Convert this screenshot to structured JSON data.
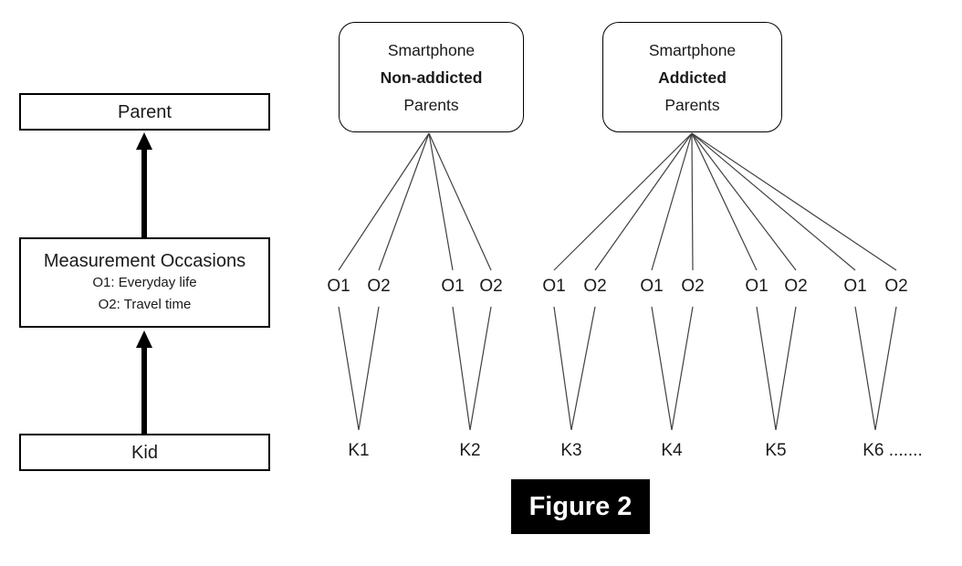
{
  "figure": {
    "caption": "Figure 2"
  },
  "left_panel": {
    "parent_box": {
      "label": "Parent"
    },
    "measurement_box": {
      "title": "Measurement Occasions",
      "occasion1": "O1: Everyday life",
      "occasion2": "O2: Travel time"
    },
    "kid_box": {
      "label": "Kid"
    }
  },
  "right_panel": {
    "non_addicted_box": {
      "line1": "Smartphone",
      "line2": "Non-addicted",
      "line3": "Parents"
    },
    "addicted_box": {
      "line1": "Smartphone",
      "line2": "Addicted",
      "line3": "Parents"
    },
    "groups": [
      {
        "o1": "O1",
        "o2": "O2",
        "kid": "K1"
      },
      {
        "o1": "O1",
        "o2": "O2",
        "kid": "K2"
      },
      {
        "o1": "O1",
        "o2": "O2",
        "kid": "K3"
      },
      {
        "o1": "O1",
        "o2": "O2",
        "kid": "K4"
      },
      {
        "o1": "O1",
        "o2": "O2",
        "kid": "K5"
      },
      {
        "o1": "O1",
        "o2": "O2",
        "kid": "K6 ......."
      }
    ]
  },
  "colors": {
    "line": "#404040",
    "box_border": "#000000",
    "arrow": "#000000",
    "caption_bg": "#000000",
    "caption_text": "#ffffff"
  }
}
